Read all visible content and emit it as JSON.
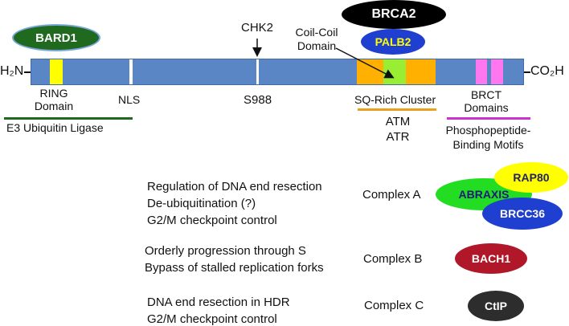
{
  "protein": {
    "n_terminus": "H₂N",
    "c_terminus": "CO₂H"
  },
  "labels": {
    "ring_line1": "RING",
    "ring_line2": "Domain",
    "nls": "NLS",
    "s988": "S988",
    "chk2": "CHK2",
    "coil_line1": "Coil-Coil",
    "coil_line2": "Domain",
    "sq_cluster": "SQ-Rich Cluster",
    "brct_line1": "BRCT",
    "brct_line2": "Domains",
    "e3_ligase": "E3 Ubiquitin Ligase",
    "atm": "ATM",
    "atr": "ATR",
    "phospho_line1": "Phosphopeptide-",
    "phospho_line2": "Binding Motifs"
  },
  "partners": {
    "bard1": "BARD1",
    "brca2": "BRCA2",
    "palb2": "PALB2",
    "rap80": "RAP80",
    "abraxis": "ABRAXIS",
    "brcc36": "BRCC36",
    "bach1": "BACH1",
    "ctip": "CtIP"
  },
  "complexes": [
    {
      "name": "Complex A",
      "functions": [
        "Regulation of DNA end resection",
        "De-ubiquitination (?)",
        "G2/M checkpoint control"
      ]
    },
    {
      "name": "Complex B",
      "functions": [
        "Orderly progression through S",
        "Bypass of stalled replication forks"
      ]
    },
    {
      "name": "Complex C",
      "functions": [
        "DNA end resection in HDR",
        "G2/M checkpoint control"
      ]
    }
  ],
  "colors": {
    "bar": "#5b86c5",
    "ring": "#ffff00",
    "sq_cluster": "#ffb000",
    "coil": "#99ee33",
    "brct": "#ff77ee",
    "bard1": "#1f6a1f",
    "brca2": "#000000",
    "palb2": "#1f3fd0",
    "rap80": "#ffff00",
    "abraxis": "#22dd22",
    "brcc36": "#1f3fd0",
    "bach1": "#b0182a",
    "ctip": "#2d2d2d",
    "e3_line": "#1e6b1e",
    "sq_line": "#e8a020",
    "brct_line": "#cc33cc"
  }
}
